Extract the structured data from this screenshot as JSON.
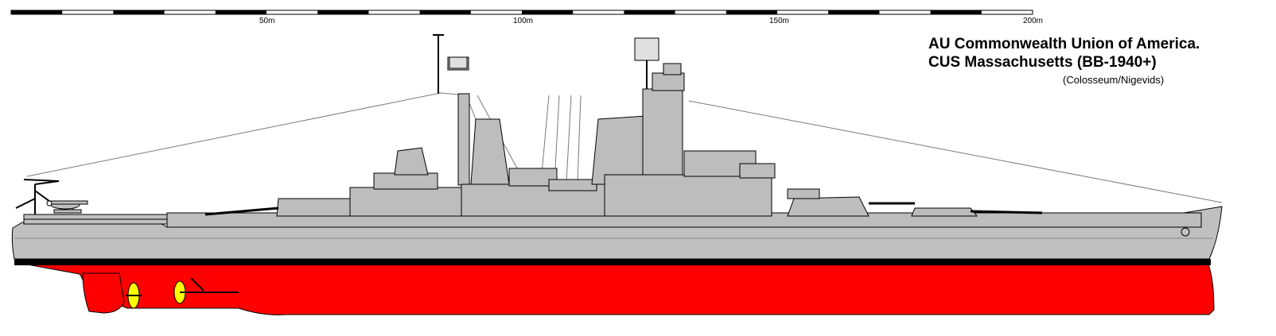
{
  "title": {
    "line1": "AU Commonwealth Union of America.",
    "line2": "CUS Massachusetts (BB-1940+)",
    "credit": "(Colosseum/Nigevids)"
  },
  "scale_bar": {
    "labels": [
      "50m",
      "100m",
      "150m",
      "200m"
    ],
    "segments": 20
  },
  "colors": {
    "hull_grey": "#c0c0c0",
    "upperworks_grey": "#bdbdbd",
    "waterline_black": "#000000",
    "lower_hull_red": "#ff0000",
    "propeller_yellow": "#ffff00",
    "outline": "#000000"
  }
}
